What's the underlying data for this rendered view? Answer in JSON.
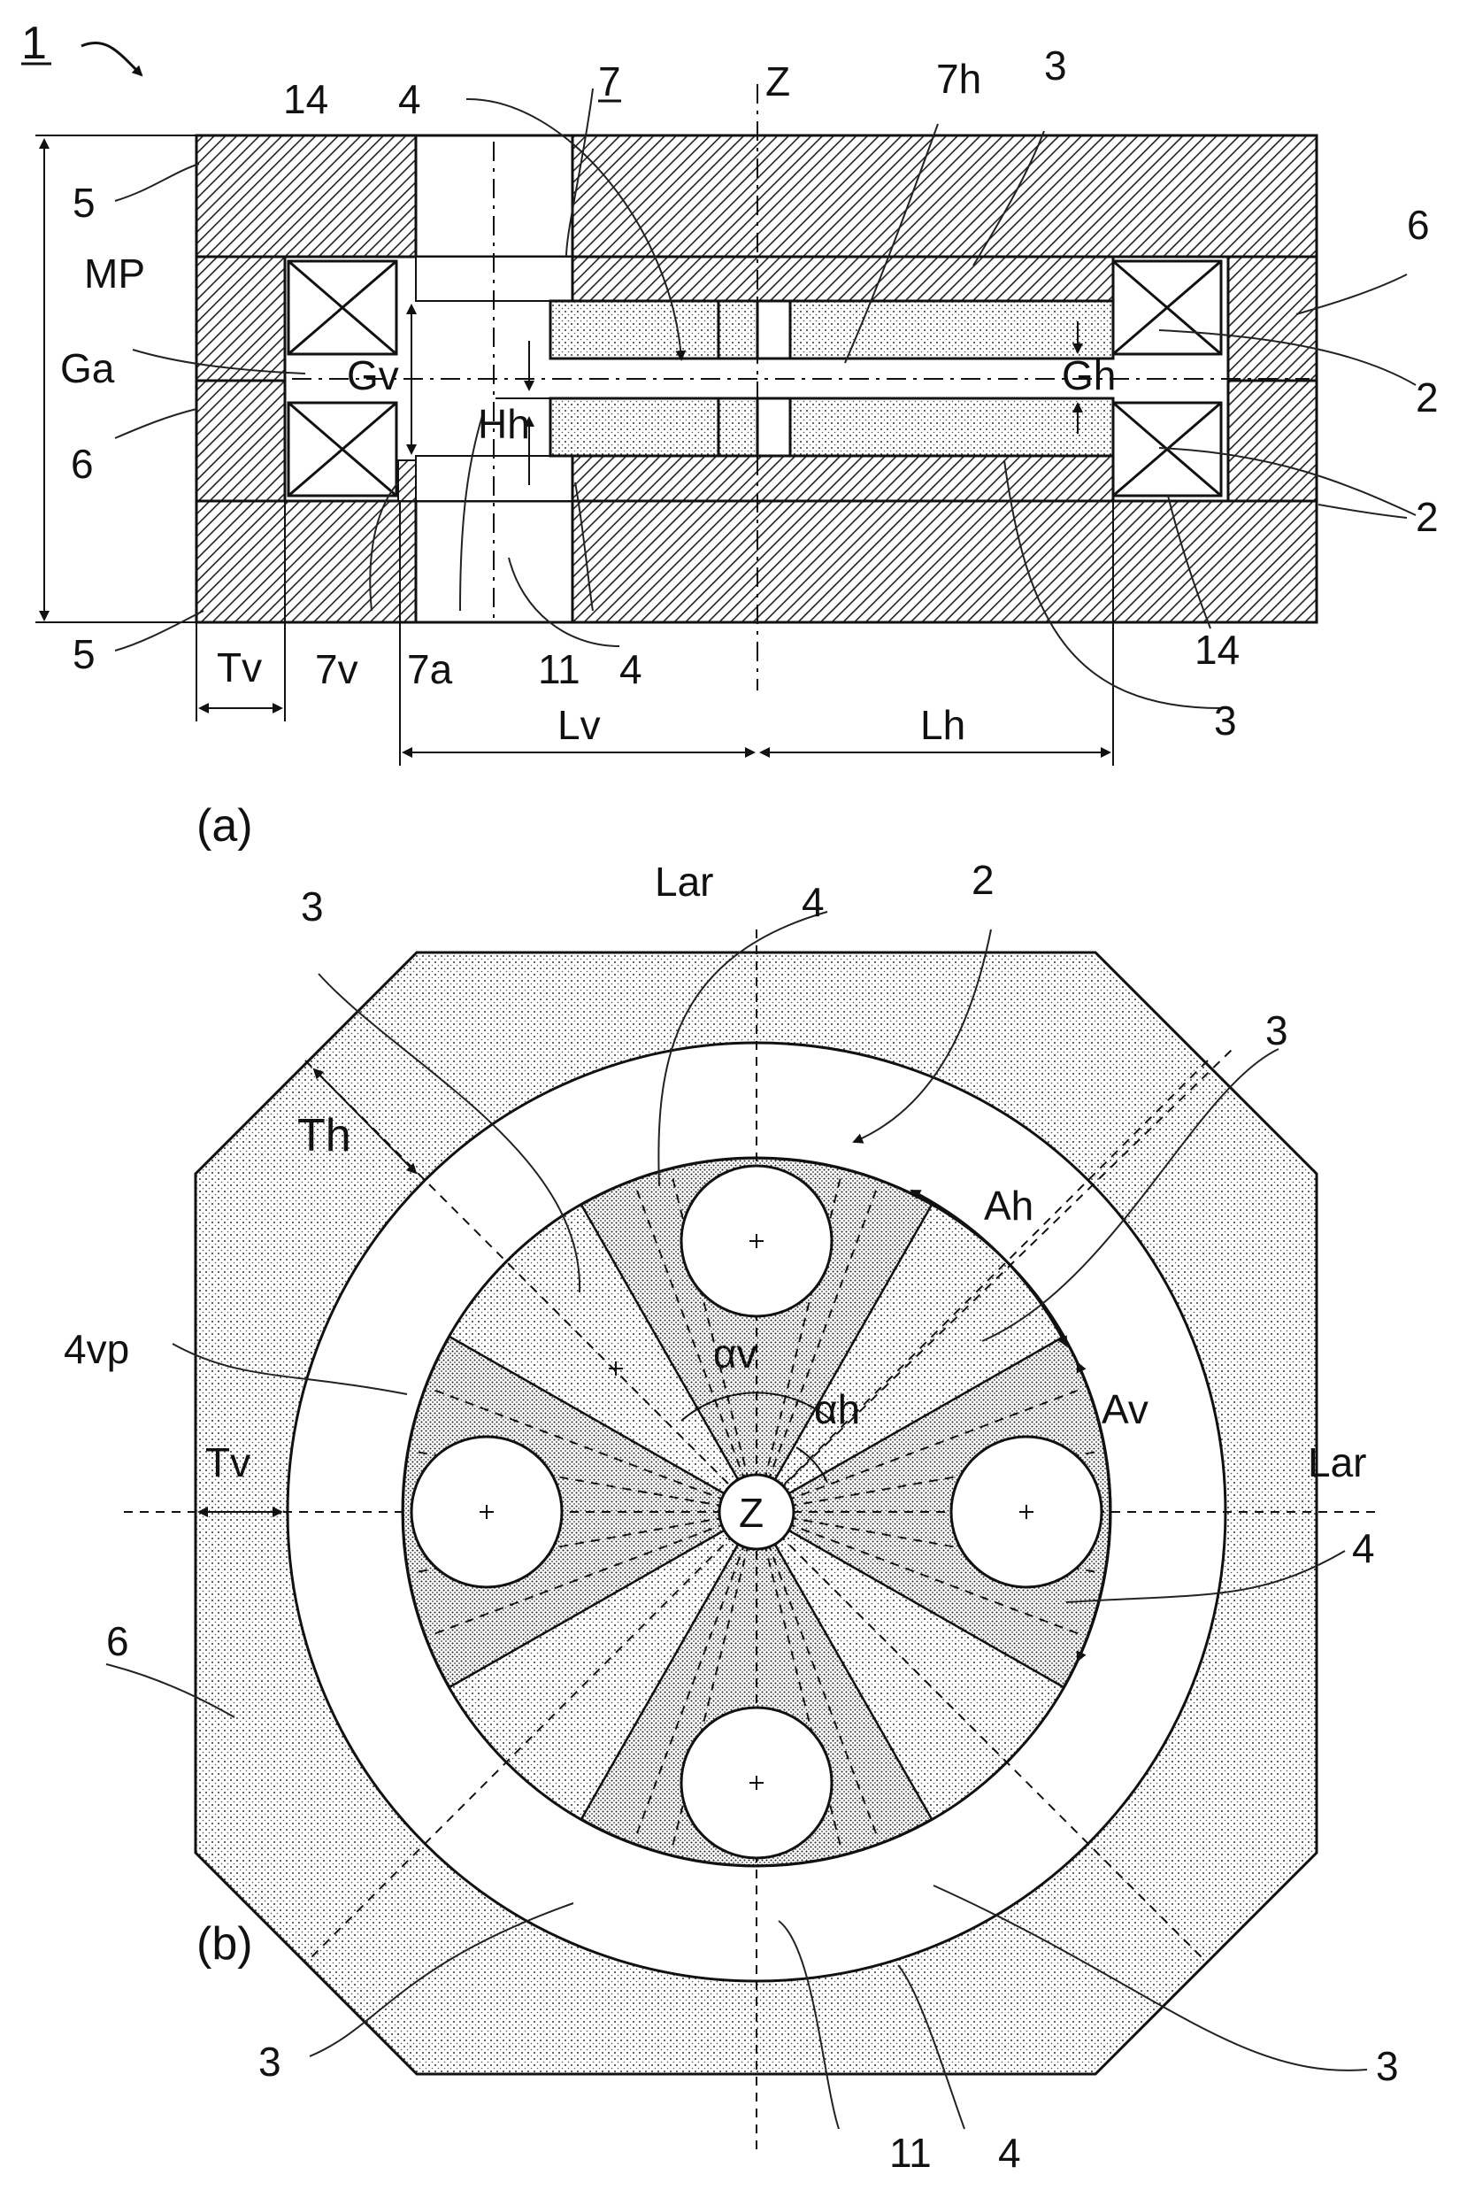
{
  "figure": {
    "ref": "1",
    "panel_a": "(a)",
    "panel_b": "(b)"
  },
  "labels_a": {
    "l14_left": "14",
    "l14_right": "14",
    "l4_top": "4",
    "l7": "7",
    "lZ": "Z",
    "l7h": "7h",
    "l3_top": "3",
    "l5_top": "5",
    "l5_bottom": "5",
    "lMP": "MP",
    "lGa": "Ga",
    "lGv": "Gv",
    "lGh": "Gh",
    "l6_right": "6",
    "l6_left": "6",
    "l2_upper": "2",
    "l2_lower": "2",
    "lHh": "Hh",
    "lTv": "Tv",
    "l7v": "7v",
    "l7a": "7a",
    "l11": "11",
    "l4_bottom": "4",
    "lLv": "Lv",
    "lLh": "Lh",
    "l3_bottom": "3"
  },
  "labels_b": {
    "lLar_top": "Lar",
    "lLar_right": "Lar",
    "l4_top": "4",
    "l2": "2",
    "l3_upper_left": "3",
    "l3_upper_right": "3",
    "lTh": "Th",
    "lAh": "Ah",
    "lAv": "Av",
    "lalphav": "αv",
    "lalphah": "αh",
    "l4vp": "4vp",
    "lTv": "Tv",
    "lZ": "Z",
    "l4_right": "4",
    "l6": "6",
    "l3_lower_left": "3",
    "l3_lower_right": "3",
    "l11": "11",
    "l4_bottom": "4"
  },
  "icons": {
    "figure_arrow": "curved-arrow-icon",
    "coil": "crossed-box-icon"
  }
}
